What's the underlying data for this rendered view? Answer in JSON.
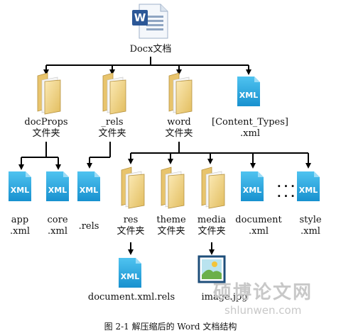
{
  "nodes": {
    "root": {
      "label": "Docx文档"
    },
    "docprops": {
      "line1": "docProps",
      "line2": "文件夹"
    },
    "rels_folder": {
      "line1": "_rels",
      "line2": "文件夹"
    },
    "word": {
      "line1": "word",
      "line2": "文件夹"
    },
    "content_types": {
      "line1": "[Content_Types]",
      "line2": ".xml"
    },
    "app": {
      "line1": "app",
      "line2": ".xml"
    },
    "core": {
      "line1": "core",
      "line2": ".xml"
    },
    "rels_file": {
      "label": ".rels"
    },
    "res": {
      "line1": "res",
      "line2": "文件夹"
    },
    "theme": {
      "line1": "theme",
      "line2": "文件夹"
    },
    "media": {
      "line1": "media",
      "line2": "文件夹"
    },
    "document": {
      "line1": "document",
      "line2": ".xml"
    },
    "style": {
      "line1": "style",
      "line2": ".xml"
    },
    "document_rels": {
      "label": "document.xml.rels"
    },
    "image": {
      "label": "image.jpg"
    }
  },
  "icon_text": {
    "xml": "XML"
  },
  "ellipsis": "...",
  "caption": "图  2-1    解压缩后的 Word 文档结构",
  "watermark": {
    "line1": "硕博论文网",
    "line2": "shlunwen.com"
  },
  "colors": {
    "xml_blue": "#29a3dd",
    "folder": "#efd68f",
    "word_blue": "#2b5797",
    "line": "#000000"
  }
}
